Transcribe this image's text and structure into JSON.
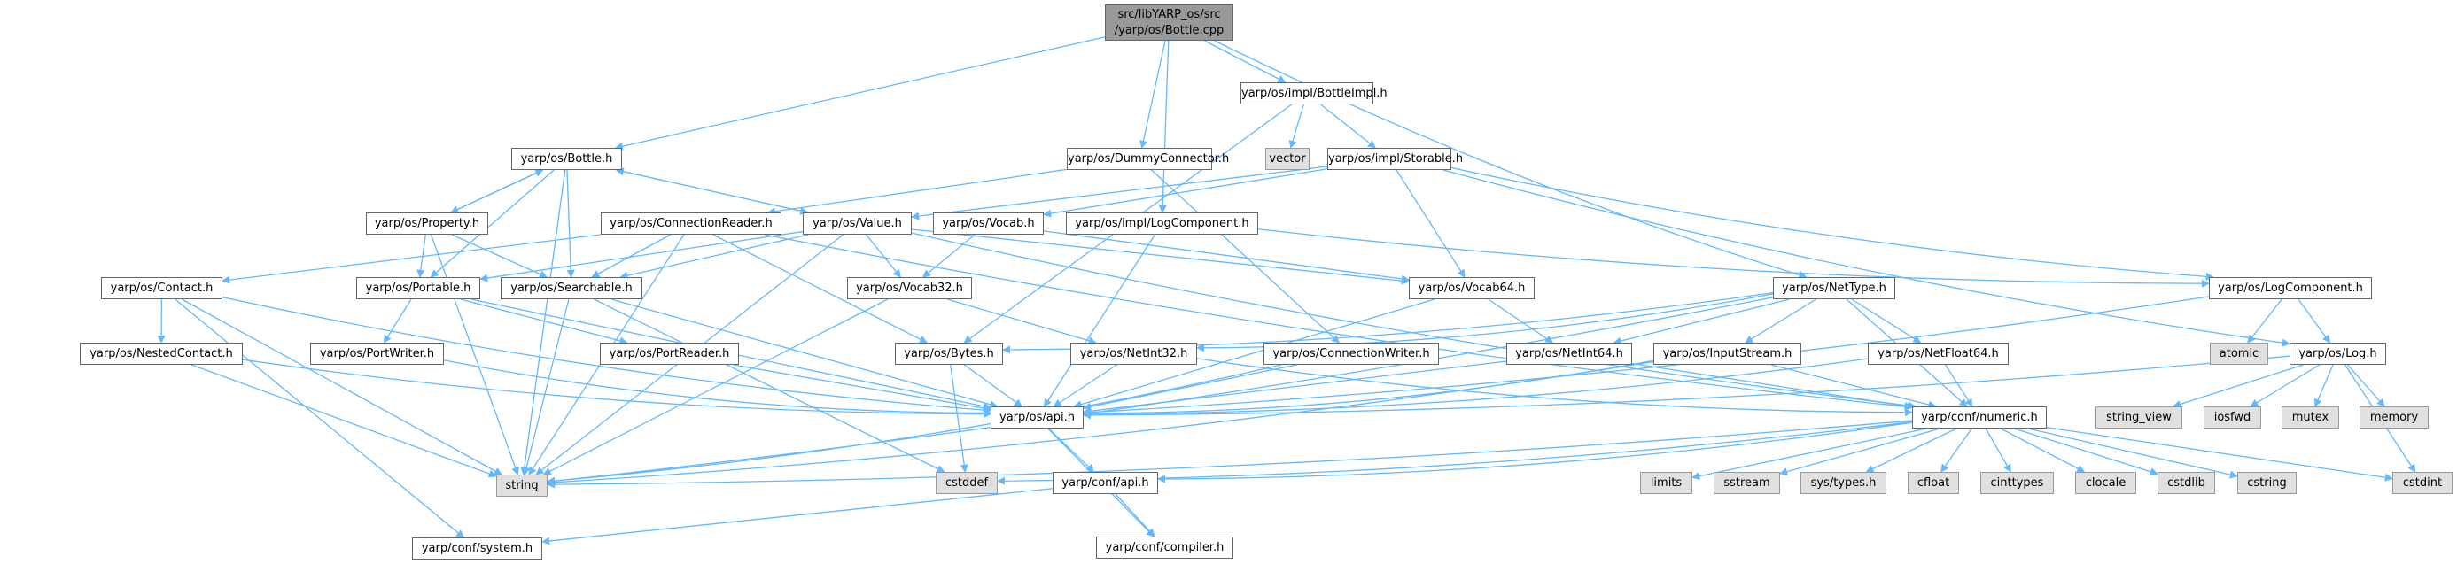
{
  "diagram": {
    "title": "Include dependency graph for Bottle.cpp",
    "colors": {
      "edge": "#63b8ff",
      "node_border": "#666666",
      "root_fill": "#999999",
      "external_fill": "#e0e0e0"
    },
    "root": {
      "id": "root",
      "label_line1": "src/libYARP_os/src",
      "label_line2": "/yarp/os/Bottle.cpp"
    },
    "nodes": [
      {
        "id": "bottle",
        "label": "yarp/os/Bottle.h",
        "external": false
      },
      {
        "id": "dummy",
        "label": "yarp/os/DummyConnector.h",
        "external": false
      },
      {
        "id": "bottleimpl",
        "label": "yarp/os/impl/BottleImpl.h",
        "external": false
      },
      {
        "id": "vector",
        "label": "vector",
        "external": true
      },
      {
        "id": "storable",
        "label": "yarp/os/impl/Storable.h",
        "external": false
      },
      {
        "id": "property",
        "label": "yarp/os/Property.h",
        "external": false
      },
      {
        "id": "connreader",
        "label": "yarp/os/ConnectionReader.h",
        "external": false
      },
      {
        "id": "value",
        "label": "yarp/os/Value.h",
        "external": false
      },
      {
        "id": "vocab",
        "label": "yarp/os/Vocab.h",
        "external": false
      },
      {
        "id": "impllog",
        "label": "yarp/os/impl/LogComponent.h",
        "external": false
      },
      {
        "id": "contact",
        "label": "yarp/os/Contact.h",
        "external": false
      },
      {
        "id": "portable",
        "label": "yarp/os/Portable.h",
        "external": false
      },
      {
        "id": "searchable",
        "label": "yarp/os/Searchable.h",
        "external": false
      },
      {
        "id": "vocab32",
        "label": "yarp/os/Vocab32.h",
        "external": false
      },
      {
        "id": "vocab64",
        "label": "yarp/os/Vocab64.h",
        "external": false
      },
      {
        "id": "nettype",
        "label": "yarp/os/NetType.h",
        "external": false
      },
      {
        "id": "logcomp",
        "label": "yarp/os/LogComponent.h",
        "external": false
      },
      {
        "id": "nested",
        "label": "yarp/os/NestedContact.h",
        "external": false
      },
      {
        "id": "portwriter",
        "label": "yarp/os/PortWriter.h",
        "external": false
      },
      {
        "id": "portreader",
        "label": "yarp/os/PortReader.h",
        "external": false
      },
      {
        "id": "bytes",
        "label": "yarp/os/Bytes.h",
        "external": false
      },
      {
        "id": "netint32",
        "label": "yarp/os/NetInt32.h",
        "external": false
      },
      {
        "id": "connwriter",
        "label": "yarp/os/ConnectionWriter.h",
        "external": false
      },
      {
        "id": "netint64",
        "label": "yarp/os/NetInt64.h",
        "external": false
      },
      {
        "id": "inputstream",
        "label": "yarp/os/InputStream.h",
        "external": false
      },
      {
        "id": "netfloat64",
        "label": "yarp/os/NetFloat64.h",
        "external": false
      },
      {
        "id": "atomic",
        "label": "atomic",
        "external": true
      },
      {
        "id": "log",
        "label": "yarp/os/Log.h",
        "external": false
      },
      {
        "id": "osapi",
        "label": "yarp/os/api.h",
        "external": false
      },
      {
        "id": "numeric",
        "label": "yarp/conf/numeric.h",
        "external": false
      },
      {
        "id": "string_view",
        "label": "string_view",
        "external": true
      },
      {
        "id": "iosfwd",
        "label": "iosfwd",
        "external": true
      },
      {
        "id": "mutex",
        "label": "mutex",
        "external": true
      },
      {
        "id": "memory",
        "label": "memory",
        "external": true
      },
      {
        "id": "string",
        "label": "string",
        "external": true
      },
      {
        "id": "cstddef",
        "label": "cstddef",
        "external": true
      },
      {
        "id": "confapi",
        "label": "yarp/conf/api.h",
        "external": false
      },
      {
        "id": "limits",
        "label": "limits",
        "external": true
      },
      {
        "id": "sstream",
        "label": "sstream",
        "external": true
      },
      {
        "id": "systypes",
        "label": "sys/types.h",
        "external": true
      },
      {
        "id": "cfloat",
        "label": "cfloat",
        "external": true
      },
      {
        "id": "cinttypes",
        "label": "cinttypes",
        "external": true
      },
      {
        "id": "clocale",
        "label": "clocale",
        "external": true
      },
      {
        "id": "cstdlib",
        "label": "cstdlib",
        "external": true
      },
      {
        "id": "cstring",
        "label": "cstring",
        "external": true
      },
      {
        "id": "cstdint",
        "label": "cstdint",
        "external": true
      },
      {
        "id": "system",
        "label": "yarp/conf/system.h",
        "external": false
      },
      {
        "id": "compiler",
        "label": "yarp/conf/compiler.h",
        "external": false
      }
    ],
    "edges": [
      [
        "root",
        "bottle"
      ],
      [
        "root",
        "dummy"
      ],
      [
        "root",
        "bottleimpl"
      ],
      [
        "root",
        "impllog"
      ],
      [
        "root",
        "nettype"
      ],
      [
        "bottleimpl",
        "vector"
      ],
      [
        "bottleimpl",
        "storable"
      ],
      [
        "bottleimpl",
        "bytes"
      ],
      [
        "dummy",
        "connreader"
      ],
      [
        "dummy",
        "connwriter"
      ],
      [
        "storable",
        "value"
      ],
      [
        "storable",
        "vocab"
      ],
      [
        "storable",
        "vocab64"
      ],
      [
        "storable",
        "logcomp"
      ],
      [
        "storable",
        "log"
      ],
      [
        "bottle",
        "property"
      ],
      [
        "bottle",
        "value"
      ],
      [
        "bottle",
        "portable"
      ],
      [
        "bottle",
        "searchable"
      ],
      [
        "bottle",
        "string"
      ],
      [
        "property",
        "bottle"
      ],
      [
        "property",
        "portable"
      ],
      [
        "property",
        "searchable"
      ],
      [
        "property",
        "string"
      ],
      [
        "value",
        "bottle"
      ],
      [
        "value",
        "portable"
      ],
      [
        "value",
        "searchable"
      ],
      [
        "value",
        "vocab32"
      ],
      [
        "value",
        "vocab64"
      ],
      [
        "value",
        "string"
      ],
      [
        "value",
        "numeric"
      ],
      [
        "vocab",
        "vocab32"
      ],
      [
        "vocab",
        "vocab64"
      ],
      [
        "connreader",
        "contact"
      ],
      [
        "connreader",
        "searchable"
      ],
      [
        "connreader",
        "bytes"
      ],
      [
        "connreader",
        "string"
      ],
      [
        "connreader",
        "numeric"
      ],
      [
        "impllog",
        "logcomp"
      ],
      [
        "impllog",
        "osapi"
      ],
      [
        "contact",
        "nested"
      ],
      [
        "contact",
        "string"
      ],
      [
        "contact",
        "osapi"
      ],
      [
        "contact",
        "system"
      ],
      [
        "nested",
        "string"
      ],
      [
        "nested",
        "osapi"
      ],
      [
        "portable",
        "portwriter"
      ],
      [
        "portable",
        "portreader"
      ],
      [
        "portable",
        "osapi"
      ],
      [
        "portwriter",
        "osapi"
      ],
      [
        "portreader",
        "osapi"
      ],
      [
        "searchable",
        "osapi"
      ],
      [
        "searchable",
        "cstddef"
      ],
      [
        "searchable",
        "string"
      ],
      [
        "vocab32",
        "netint32"
      ],
      [
        "vocab32",
        "string"
      ],
      [
        "vocab64",
        "netint64"
      ],
      [
        "vocab64",
        "osapi"
      ],
      [
        "nettype",
        "bytes"
      ],
      [
        "nettype",
        "netint32"
      ],
      [
        "nettype",
        "netint64"
      ],
      [
        "nettype",
        "inputstream"
      ],
      [
        "nettype",
        "netfloat64"
      ],
      [
        "nettype",
        "string"
      ],
      [
        "nettype",
        "numeric"
      ],
      [
        "logcomp",
        "atomic"
      ],
      [
        "logcomp",
        "log"
      ],
      [
        "logcomp",
        "osapi"
      ],
      [
        "log",
        "string_view"
      ],
      [
        "log",
        "iosfwd"
      ],
      [
        "log",
        "mutex"
      ],
      [
        "log",
        "memory"
      ],
      [
        "log",
        "cstdint"
      ],
      [
        "log",
        "osapi"
      ],
      [
        "bytes",
        "osapi"
      ],
      [
        "bytes",
        "cstddef"
      ],
      [
        "netint32",
        "osapi"
      ],
      [
        "netint32",
        "numeric"
      ],
      [
        "connwriter",
        "osapi"
      ],
      [
        "connwriter",
        "string"
      ],
      [
        "netint64",
        "osapi"
      ],
      [
        "netint64",
        "numeric"
      ],
      [
        "inputstream",
        "osapi"
      ],
      [
        "inputstream",
        "numeric"
      ],
      [
        "inputstream",
        "string"
      ],
      [
        "netfloat64",
        "osapi"
      ],
      [
        "netfloat64",
        "numeric"
      ],
      [
        "osapi",
        "confapi"
      ],
      [
        "osapi",
        "compiler"
      ],
      [
        "numeric",
        "string"
      ],
      [
        "numeric",
        "cstddef"
      ],
      [
        "numeric",
        "confapi"
      ],
      [
        "numeric",
        "limits"
      ],
      [
        "numeric",
        "sstream"
      ],
      [
        "numeric",
        "systypes"
      ],
      [
        "numeric",
        "cfloat"
      ],
      [
        "numeric",
        "cinttypes"
      ],
      [
        "numeric",
        "clocale"
      ],
      [
        "numeric",
        "cstdlib"
      ],
      [
        "numeric",
        "cstring"
      ],
      [
        "numeric",
        "cstdint"
      ],
      [
        "confapi",
        "system"
      ],
      [
        "confapi",
        "compiler"
      ]
    ]
  }
}
